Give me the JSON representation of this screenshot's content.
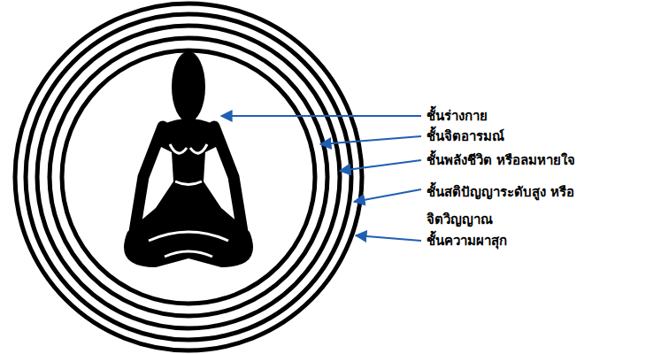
{
  "diagram": {
    "labels": [
      "ชั้นร่างกาย",
      "ชั้นจิตอารมณ์",
      "ชั้นพลังชีวิต หรือลมหายใจ",
      "ชั้นสติปัญญาระดับสูง หรือจิตวิญญาณ",
      "ชั้นความผาสุก"
    ]
  }
}
